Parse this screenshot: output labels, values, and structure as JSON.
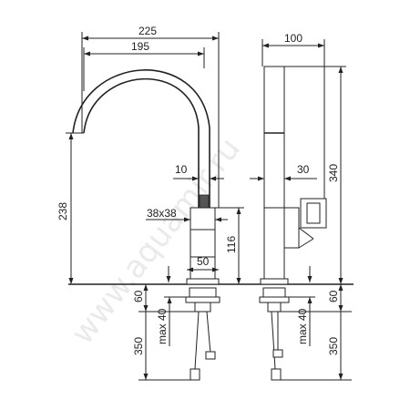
{
  "watermark": "www.aquamir.ru",
  "dimensions": {
    "width_total": "225",
    "reach": "195",
    "body_depth": "100",
    "spout_height": "238",
    "spout_tip": "10",
    "handle_offset": "30",
    "total_height": "340",
    "body_section": "38x38",
    "lever_height": "116",
    "base_width": "50",
    "shank_60_left": "60",
    "shank_max40_left": "max 40",
    "hose_350_left": "350",
    "shank_60_right": "60",
    "shank_max40_right": "max 40",
    "hose_350_right": "350"
  }
}
